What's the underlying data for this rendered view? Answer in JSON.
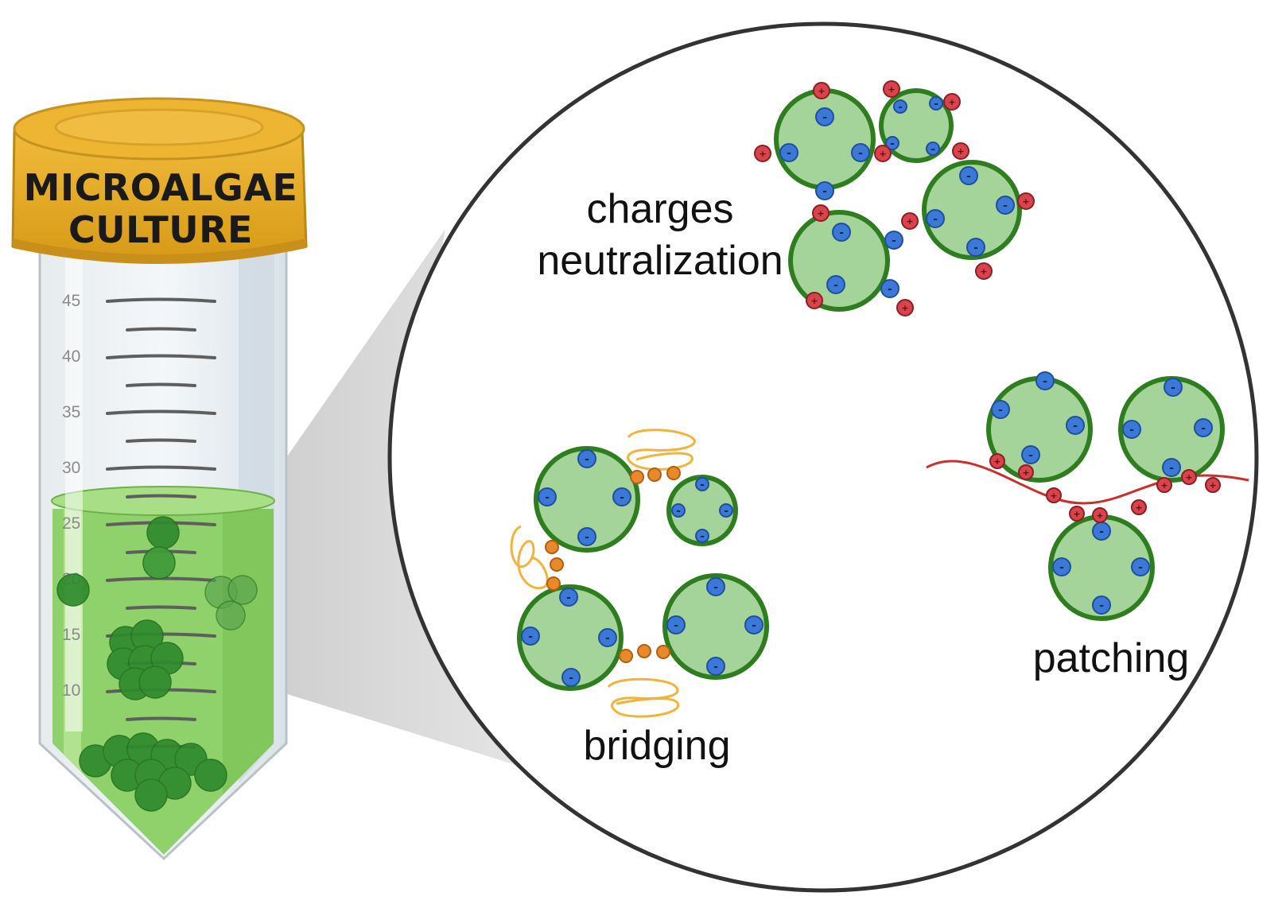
{
  "tube": {
    "cap_line1": "MICROALGAE",
    "cap_line2": "CULTURE",
    "graduations": [
      "45",
      "40",
      "35",
      "30",
      "25",
      "20",
      "15",
      "10"
    ]
  },
  "mechanisms": {
    "charges_line1": "charges",
    "charges_line2": "neutralization",
    "bridging": "bridging",
    "patching": "patching"
  },
  "symbols": {
    "negative": "-",
    "positive": "+"
  },
  "colors": {
    "cap": "#e3a821",
    "culture": "#8fd16a",
    "cell_fill": "#a5d49b",
    "cell_border": "#2e7d1f",
    "negative_charge": "#3b78d8",
    "positive_charge": "#d9434c",
    "polymer_bridge": "#e88a2a",
    "polymer_chain": "#c9302c",
    "polymer_coil": "#f0b43c"
  }
}
